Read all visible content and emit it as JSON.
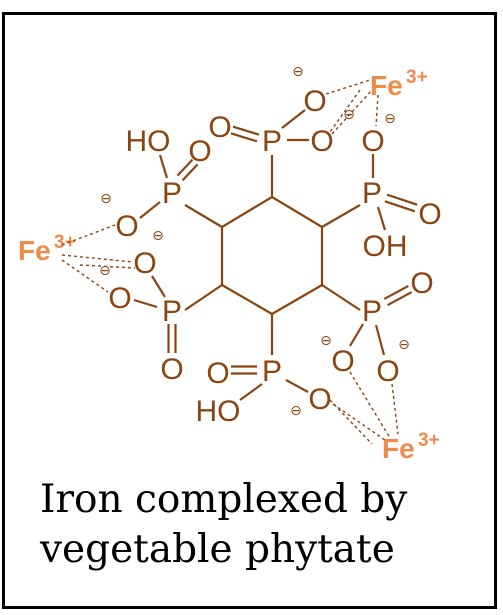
{
  "caption": {
    "line1": "Iron complexed by",
    "line2": "vegetable phytate"
  },
  "labels": {
    "phosphorus": "P",
    "oxygen": "O",
    "hydroxyl": "HO",
    "hydroxyl_right": "OH",
    "minus": "⊖",
    "iron": "Fe",
    "charge": "3+"
  },
  "colors": {
    "molecule": "#8b4513",
    "iron": "#f08a4b",
    "border": "#000000",
    "text": "#000000"
  }
}
